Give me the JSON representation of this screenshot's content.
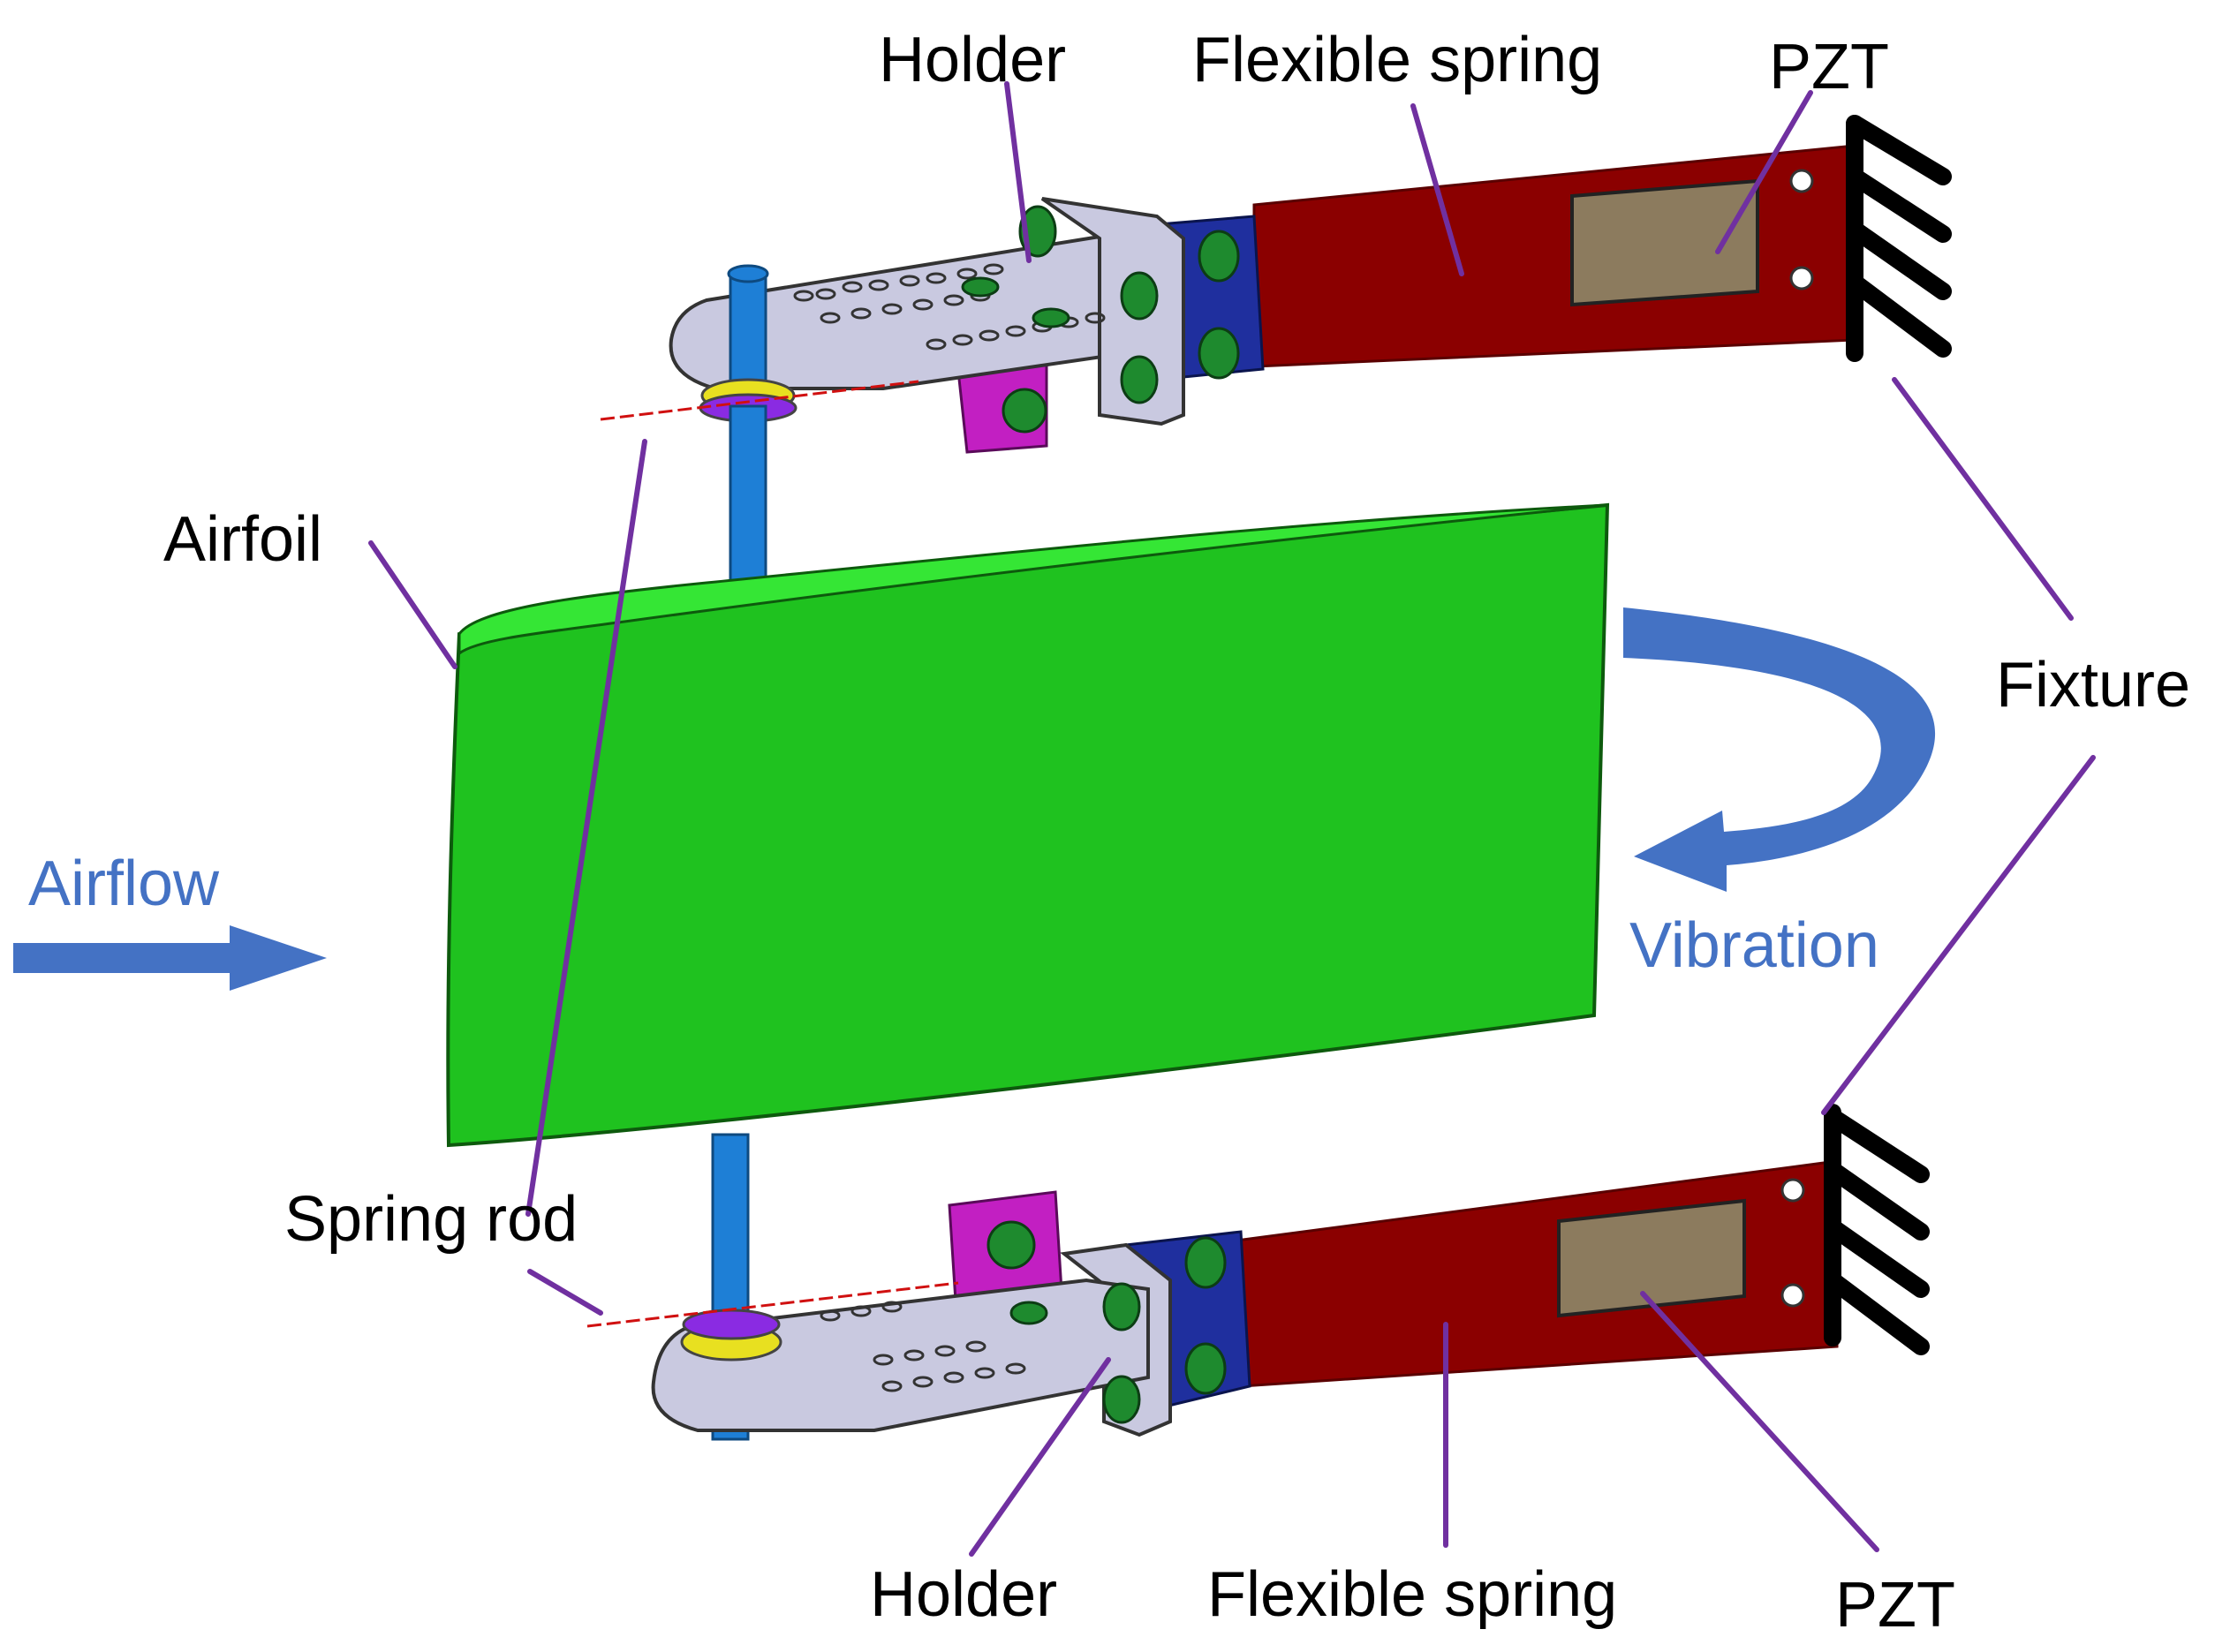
{
  "labels": {
    "holder_top": "Holder",
    "flexible_spring_top": "Flexible spring",
    "pzt_top": "PZT",
    "airfoil": "Airfoil",
    "fixture": "Fixture",
    "airflow": "Airflow",
    "vibration": "Vibration",
    "spring_rod": "Spring rod",
    "holder_bottom": "Holder",
    "flexible_spring_bottom": "Flexible spring",
    "pzt_bottom": "PZT"
  },
  "colors": {
    "airfoil": "#1fc21f",
    "airfoil_top": "#35e635",
    "spring": "#8b0000",
    "pzt": "#8c7b5e",
    "holder": "#c9c9e0",
    "clamp": "#1f2f9e",
    "rod": "#1e7fd6",
    "bracket": "#c21fc2",
    "bolt": "#1e8a2e",
    "leader": "#7030a0",
    "arrow": "#4472c4",
    "fixture": "#000000",
    "washer": "#e8e020",
    "washer_ring": "#8a2be2"
  }
}
